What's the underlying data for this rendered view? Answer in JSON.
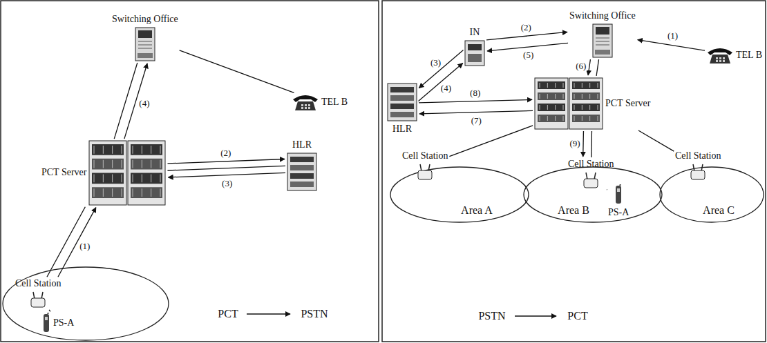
{
  "diagram": {
    "nodes": [
      {
        "text": [
          "Switching Office"
        ]
      },
      {
        "text": [
          "TEL B"
        ]
      },
      {
        "text": [
          "PCT Server"
        ]
      },
      {
        "text": [
          "HLR"
        ]
      },
      {
        "text": [
          "Cell Station"
        ]
      },
      {
        "text": [
          "PS-A"
        ]
      },
      {
        "text": [
          "IN"
        ]
      },
      {
        "text": [
          "Switching Office"
        ]
      },
      {
        "text": [
          "TEL B"
        ]
      },
      {
        "text": [
          "HLR"
        ]
      },
      {
        "text": [
          "PCT Server"
        ]
      },
      {
        "text": [
          "Cell Station"
        ]
      },
      {
        "text": [
          "Cell Station"
        ]
      },
      {
        "text": [
          "Cell Station"
        ]
      },
      {
        "text": [
          "PS-A"
        ]
      }
    ],
    "edges": [
      {
        "from": 4,
        "to": 2,
        "arrow": "none"
      },
      {
        "from": 4,
        "to": 2,
        "arrow": "to",
        "label": "(1)"
      },
      {
        "from": 2,
        "to": 0,
        "arrow": "none"
      },
      {
        "from": 2,
        "to": 0,
        "arrow": "to",
        "label": "(4)"
      },
      {
        "from": 0,
        "to": 1,
        "arrow": "none"
      },
      {
        "from": 2,
        "to": 3,
        "arrow": "none"
      },
      {
        "from": 2,
        "to": 3,
        "arrow": "to",
        "label": "(2)"
      },
      {
        "from": 3,
        "to": 2,
        "arrow": "to",
        "label": "(3)"
      },
      {
        "from": 8,
        "to": 7,
        "arrow": "to",
        "label": "(1)"
      },
      {
        "from": 6,
        "to": 7,
        "arrow": "to",
        "label": "(2)"
      },
      {
        "from": 7,
        "to": 6,
        "arrow": "to",
        "label": "(5)"
      },
      {
        "from": 6,
        "to": 9,
        "arrow": "to",
        "label": "(3)"
      },
      {
        "from": 9,
        "to": 6,
        "arrow": "to",
        "label": "(4)"
      },
      {
        "from": 7,
        "to": 10,
        "arrow": "to",
        "label": "(6)"
      },
      {
        "from": 7,
        "to": 10,
        "arrow": "none"
      },
      {
        "from": 9,
        "to": 10,
        "arrow": "to",
        "label": "(8)"
      },
      {
        "from": 10,
        "to": 9,
        "arrow": "to",
        "label": "(7)"
      },
      {
        "from": 10,
        "to": 11,
        "arrow": "none"
      },
      {
        "from": 10,
        "to": 12,
        "arrow": "none"
      },
      {
        "from": 10,
        "to": 13,
        "arrow": "none"
      },
      {
        "from": 10,
        "to": 12,
        "arrow": "to",
        "label": "(9)"
      },
      {
        "from": 5,
        "to": 4,
        "arrow": "none"
      },
      {
        "from": 14,
        "to": 12,
        "arrow": "none"
      }
    ],
    "labels": [
      "PCT",
      "PSTN",
      "PSTN",
      "PCT",
      "Area A",
      "Area B",
      "Area C"
    ]
  }
}
